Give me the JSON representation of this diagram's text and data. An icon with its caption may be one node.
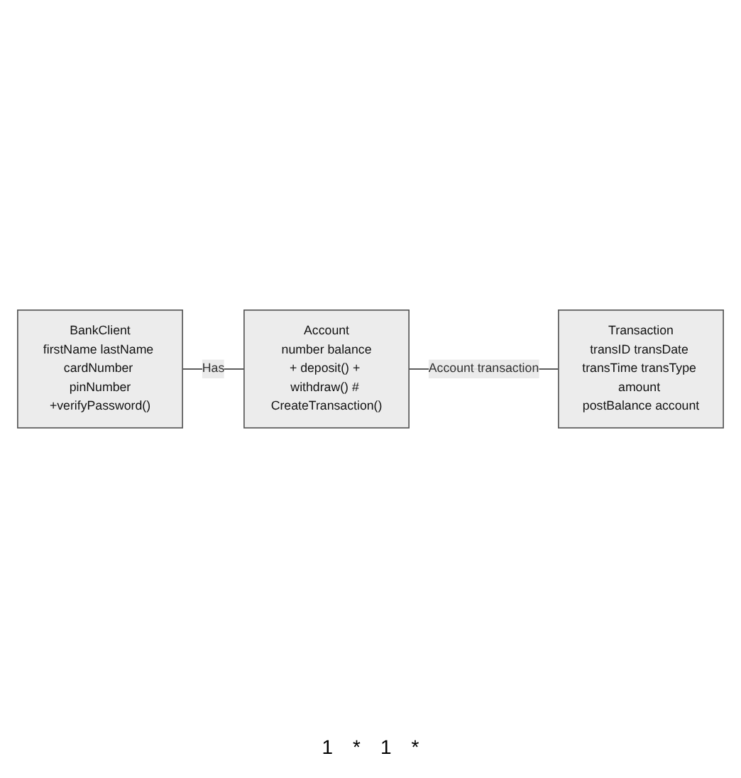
{
  "diagram": {
    "nodes": [
      {
        "text": [
          "BankClient",
          "firstName lastName cardNumber pinNumber",
          "+verifyPassword()"
        ]
      },
      {
        "text": [
          "Account",
          "number balance",
          "+ deposit() + withdraw() # CreateTransaction()"
        ]
      },
      {
        "text": [
          "Transaction",
          "transID transDate transTime transType amount postBalance account"
        ]
      }
    ],
    "edges": [
      {
        "from": 0,
        "to": 1,
        "arrow": "none",
        "label": "Has"
      },
      {
        "from": 1,
        "to": 2,
        "arrow": "none",
        "label": "Account transaction"
      }
    ],
    "labels": [
      "1",
      "*",
      "1",
      "*"
    ]
  }
}
